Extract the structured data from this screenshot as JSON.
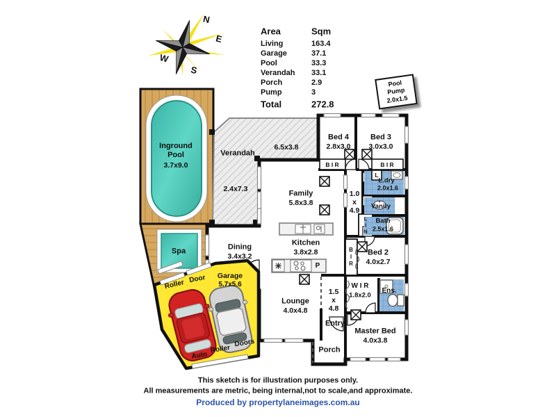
{
  "compass": {
    "n": "N",
    "e": "E",
    "s": "S",
    "w": "W"
  },
  "area_table": {
    "header": {
      "name": "Area",
      "value": "Sqm"
    },
    "rows": [
      {
        "name": "Living",
        "value": "163.4"
      },
      {
        "name": "Garage",
        "value": "37.1"
      },
      {
        "name": "Pool",
        "value": "33.3"
      },
      {
        "name": "Verandah",
        "value": "33.1"
      },
      {
        "name": "Porch",
        "value": "2.9"
      },
      {
        "name": "Pump",
        "value": "3"
      }
    ],
    "total": {
      "name": "Total",
      "value": "272.8"
    }
  },
  "pool_pump": {
    "label": "Pool\nPump\n2.0x1.5"
  },
  "outdoor": {
    "pool_name": "Inground\nPool",
    "pool_size": "3.7x9.0",
    "spa": "Spa",
    "verandah": "Verandah",
    "verandah_size1": "6.5x3.8",
    "verandah_size2": "2.4x7.3"
  },
  "rooms": {
    "family": {
      "name": "Family",
      "size": "5.8x3.8"
    },
    "dining": {
      "name": "Dining",
      "size": "3.4x3.2"
    },
    "kitchen": {
      "name": "Kitchen",
      "size": "3.8x2.8"
    },
    "lounge": {
      "name": "Lounge",
      "size": "4.0x4.8"
    },
    "bed4": {
      "name": "Bed 4",
      "size": "2.8x3.0"
    },
    "bed3": {
      "name": "Bed 3",
      "size": "3.0x3.0"
    },
    "bed2": {
      "name": "Bed 2",
      "size": "4.0x2.7"
    },
    "master": {
      "name": "Master Bed",
      "size": "4.0x3.8"
    },
    "ldry": {
      "name": "L.dry",
      "size": "2.0x1.6"
    },
    "vanity": "Vanity",
    "bath": {
      "name": "Bath",
      "size": "2.5x1.6"
    },
    "wir": {
      "name": "W I R",
      "size": "1.8x2.0"
    },
    "ens": "Ens.",
    "entry": "Entry",
    "porch": "Porch",
    "hall1": {
      "w": "1.0",
      "x": "x",
      "l": "4.9"
    },
    "hall2": {
      "w": "1.5",
      "x": "x",
      "l": "4.8"
    }
  },
  "closets": {
    "bir4": "B I R",
    "bir3": "B I R",
    "bir2": "B\nI\nR",
    "lin": "L\nI\nN",
    "laundry_trough": "L",
    "pantry": "P"
  },
  "garage": {
    "name": "Garage",
    "size": "5.7x5.6",
    "roller_top": "Roller",
    "door_top": "Door",
    "auto": "Auto",
    "roller_bottom": "Roller",
    "doors_bottom": "Doors"
  },
  "footer": {
    "line1": "This sketch is for illustration purposes only.",
    "line2": "All measurements are metric, being internal,not to scale,and approximate.",
    "credit": "Produced by propertylaneimages.com.au"
  },
  "colors": {
    "deck_wood": "#d6a75f",
    "pool_teal": "#45c4b3",
    "garage_yellow": "#ffe733",
    "tile_blue": "#8fb7dd",
    "credit_blue": "#2b55a8"
  }
}
